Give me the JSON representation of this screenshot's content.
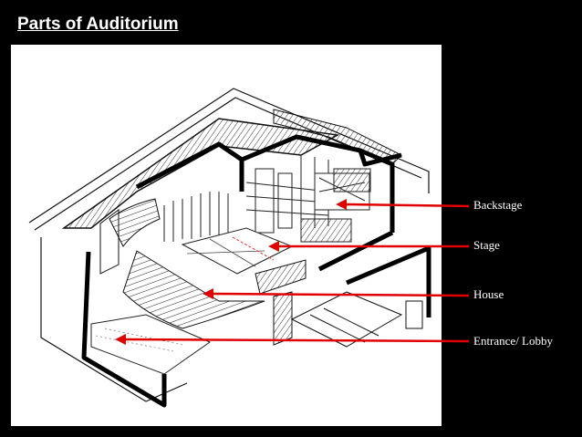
{
  "slide": {
    "title": "Parts of Auditorium",
    "background": "#000000",
    "title_color": "#ffffff"
  },
  "diagram": {
    "arrow_color": "#e00000",
    "labels": [
      {
        "id": "backstage",
        "text": "Backstage"
      },
      {
        "id": "stage",
        "text": "Stage"
      },
      {
        "id": "house",
        "text": "House"
      },
      {
        "id": "entrance",
        "text": "Entrance/ Lobby"
      }
    ]
  }
}
